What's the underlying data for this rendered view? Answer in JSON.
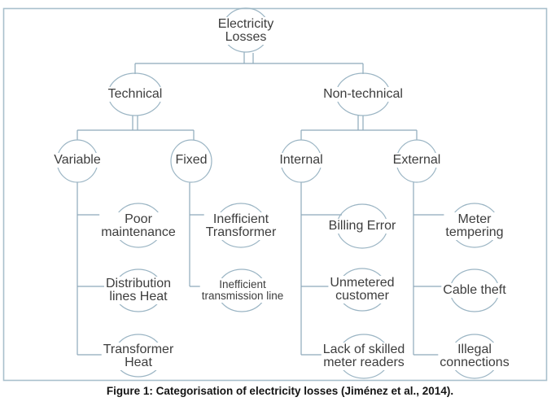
{
  "figure": {
    "caption": "Figure 1: Categorisation of electricity losses (Jiménez et al., 2014)."
  },
  "colors": {
    "connector_line": "#8ea9bb",
    "shape_outline": "#9bb5c4",
    "frame_border": "#a9c0cc",
    "label_text": "#3d3d3d"
  },
  "nodes": {
    "root": {
      "label": "Electricity\nLosses"
    },
    "technical": {
      "label": "Technical"
    },
    "non_technical": {
      "label": "Non-technical"
    },
    "variable": {
      "label": "Variable"
    },
    "fixed": {
      "label": "Fixed"
    },
    "internal": {
      "label": "Internal"
    },
    "external": {
      "label": "External"
    },
    "poor_maintenance": {
      "label": "Poor\nmaintenance"
    },
    "distribution_lines_heat": {
      "label": "Distribution\nlines Heat"
    },
    "transformer_heat": {
      "label": "Transformer\nHeat"
    },
    "inefficient_transformer": {
      "label": "Inefficient\nTransformer"
    },
    "inefficient_transmission_line": {
      "label": "Inefficient\ntransmission line"
    },
    "billing_error": {
      "label": "Billing Error"
    },
    "unmetered_customer": {
      "label": "Unmetered\ncustomer"
    },
    "lack_of_skilled_meter_readers": {
      "label": "Lack of skilled\nmeter readers"
    },
    "meter_tempering": {
      "label": "Meter\ntempering"
    },
    "cable_theft": {
      "label": "Cable theft"
    },
    "illegal_connections": {
      "label": "Illegal\nconnections"
    }
  },
  "hierarchy": {
    "Electricity Losses": {
      "Technical": {
        "Variable": [
          "Poor maintenance",
          "Distribution lines Heat",
          "Transformer Heat"
        ],
        "Fixed": [
          "Inefficient Transformer",
          "Inefficient transmission line"
        ]
      },
      "Non-technical": {
        "Internal": [
          "Billing Error",
          "Unmetered customer",
          "Lack of skilled meter readers"
        ],
        "External": [
          "Meter tempering",
          "Cable theft",
          "Illegal connections"
        ]
      }
    }
  }
}
